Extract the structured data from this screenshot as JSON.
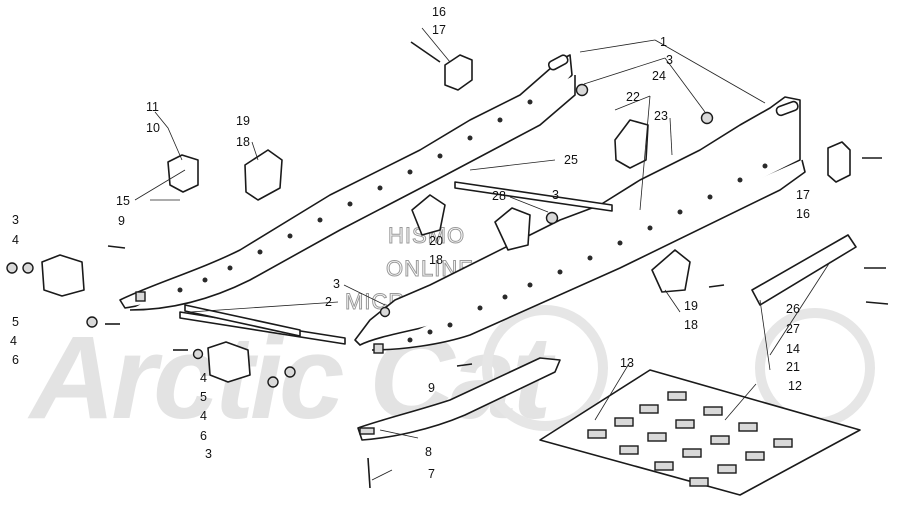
{
  "diagram": {
    "watermark": {
      "line1": "HISMO",
      "line2": "ONLINE",
      "line3": "MICROFICHE",
      "brand": "Arctic Cat"
    },
    "callouts": [
      {
        "id": "c1",
        "text": "1"
      },
      {
        "id": "c2",
        "text": "2"
      },
      {
        "id": "c3a",
        "text": "3"
      },
      {
        "id": "c3b",
        "text": "3"
      },
      {
        "id": "c3c",
        "text": "3"
      },
      {
        "id": "c3d",
        "text": "3"
      },
      {
        "id": "c3e",
        "text": "3"
      },
      {
        "id": "c4a",
        "text": "4"
      },
      {
        "id": "c4b",
        "text": "4"
      },
      {
        "id": "c4c",
        "text": "4"
      },
      {
        "id": "c4d",
        "text": "4"
      },
      {
        "id": "c5a",
        "text": "5"
      },
      {
        "id": "c5b",
        "text": "5"
      },
      {
        "id": "c6a",
        "text": "6"
      },
      {
        "id": "c6b",
        "text": "6"
      },
      {
        "id": "c7",
        "text": "7"
      },
      {
        "id": "c8",
        "text": "8"
      },
      {
        "id": "c9a",
        "text": "9"
      },
      {
        "id": "c9b",
        "text": "9"
      },
      {
        "id": "c10",
        "text": "10"
      },
      {
        "id": "c11",
        "text": "11"
      },
      {
        "id": "c12",
        "text": "12"
      },
      {
        "id": "c13",
        "text": "13"
      },
      {
        "id": "c14",
        "text": "14"
      },
      {
        "id": "c15",
        "text": "15"
      },
      {
        "id": "c16a",
        "text": "16"
      },
      {
        "id": "c16b",
        "text": "16"
      },
      {
        "id": "c17a",
        "text": "17"
      },
      {
        "id": "c17b",
        "text": "17"
      },
      {
        "id": "c18a",
        "text": "18"
      },
      {
        "id": "c18b",
        "text": "18"
      },
      {
        "id": "c18c",
        "text": "18"
      },
      {
        "id": "c19a",
        "text": "19"
      },
      {
        "id": "c19b",
        "text": "19"
      },
      {
        "id": "c20",
        "text": "20"
      },
      {
        "id": "c21",
        "text": "21"
      },
      {
        "id": "c22",
        "text": "22"
      },
      {
        "id": "c23",
        "text": "23"
      },
      {
        "id": "c24",
        "text": "24"
      },
      {
        "id": "c25",
        "text": "25"
      },
      {
        "id": "c26",
        "text": "26"
      },
      {
        "id": "c27",
        "text": "27"
      },
      {
        "id": "c28",
        "text": "28"
      }
    ]
  },
  "colors": {
    "line": "#1a1a1a",
    "watermark": "#e3e3e3",
    "background": "#ffffff"
  }
}
